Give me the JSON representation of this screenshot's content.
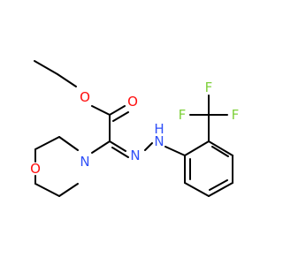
{
  "molecule": {
    "atoms": {
      "O_ether": "O",
      "O_carbonyl": "O",
      "N_morpholine": "N",
      "O_morpholine": "O",
      "N_imine": "N",
      "N_hydrazine": "N",
      "H_hydrazine": "H",
      "F_1": "F",
      "F_2": "F",
      "F_3": "F"
    },
    "colors": {
      "bond": "#000000",
      "oxygen": "#ff0d0d",
      "nitrogen": "#3050f8",
      "fluorine": "#7fd03b"
    }
  }
}
